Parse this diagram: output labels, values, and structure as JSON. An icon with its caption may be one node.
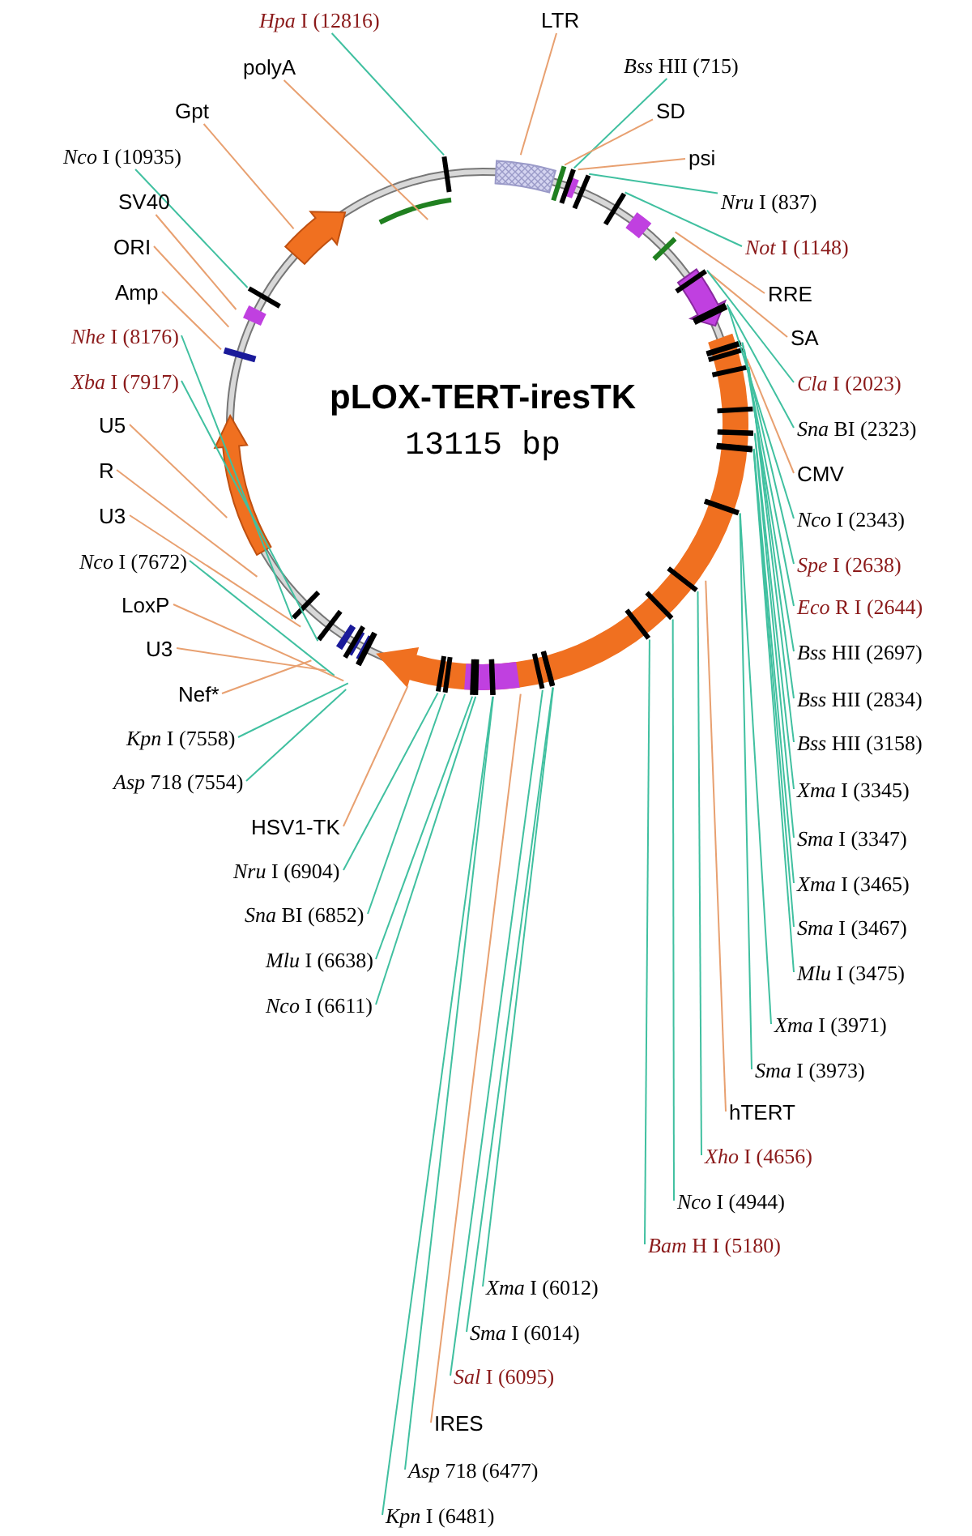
{
  "diagram": {
    "title": "pLOX-TERT-iresTK",
    "nodes": [
      {
        "text": [
          "*Hpa* I (12816)"
        ]
      },
      {
        "text": [
          "LTR"
        ]
      },
      {
        "text": [
          "*Bss* HII (715)"
        ]
      },
      {
        "text": [
          "polyA"
        ]
      },
      {
        "text": [
          "SD"
        ]
      },
      {
        "text": [
          "Gpt"
        ]
      },
      {
        "text": [
          "psi"
        ]
      },
      {
        "text": [
          "*Nco* I (10935)"
        ]
      },
      {
        "text": [
          "*Nru* I (837)"
        ]
      },
      {
        "text": [
          "SV40"
        ]
      },
      {
        "text": [
          "*Not* I (1148)"
        ]
      },
      {
        "text": [
          "ORI"
        ]
      },
      {
        "text": [
          "RRE"
        ]
      },
      {
        "text": [
          "Amp"
        ]
      },
      {
        "text": [
          "*Nhe* I (8176)"
        ]
      },
      {
        "text": [
          "*Xba* I (7917)"
        ]
      },
      {
        "text": [
          "SA"
        ]
      },
      {
        "text": [
          "*Cla* I (2023)"
        ]
      },
      {
        "text": [
          "U5"
        ]
      },
      {
        "text": [
          "*Sna* BI (2323)"
        ]
      },
      {
        "text": [
          "CMV"
        ]
      },
      {
        "text": [
          "R"
        ]
      },
      {
        "text": [
          "*Nco* I (2343)"
        ]
      },
      {
        "text": [
          "U3"
        ]
      },
      {
        "text": [
          "*Nco* I (7672)"
        ]
      },
      {
        "text": [
          "*Spe* I (2638)"
        ]
      },
      {
        "text": [
          "LoxP"
        ]
      },
      {
        "text": [
          "*Eco* R I (2644)"
        ]
      },
      {
        "text": [
          "U3"
        ]
      },
      {
        "text": [
          "*Bss* HII (2697)"
        ]
      },
      {
        "text": [
          "Nef*"
        ]
      },
      {
        "text": [
          "*Bss* HII (2834)"
        ]
      },
      {
        "text": [
          "*Kpn* I (7558)"
        ]
      },
      {
        "text": [
          "*Bss* HII (3158)"
        ]
      },
      {
        "text": [
          "*Asp* 718 (7554)"
        ]
      },
      {
        "text": [
          "HSV1-TK"
        ]
      },
      {
        "text": [
          "*Xma* I (3345)"
        ]
      },
      {
        "text": [
          "*Nru* I (6904)"
        ]
      },
      {
        "text": [
          "*Sma* I (3347)"
        ]
      },
      {
        "text": [
          "*Sna* BI (6852)"
        ]
      },
      {
        "text": [
          "*Xma* I (3465)"
        ]
      },
      {
        "text": [
          "*Mlu* I (6638)"
        ]
      },
      {
        "text": [
          "*Sma* I (3467)"
        ]
      },
      {
        "text": [
          "*Mlu* I (3475)"
        ]
      },
      {
        "text": [
          "*Nco* I (6611)"
        ]
      },
      {
        "text": [
          "*Xma* I (3971)"
        ]
      },
      {
        "text": [
          "*Sma* I (3973)"
        ]
      },
      {
        "text": [
          "hTERT"
        ]
      },
      {
        "text": [
          "*Xho* I (4656)"
        ]
      },
      {
        "text": [
          "*Nco* I (4944)"
        ]
      },
      {
        "text": [
          "*Bam* H I (5180)"
        ]
      },
      {
        "text": [
          "*Xma* I (6012)"
        ]
      },
      {
        "text": [
          "*Sma* I (6014)"
        ]
      },
      {
        "text": [
          "*Sal* I (6095)"
        ]
      },
      {
        "text": [
          "IRES"
        ]
      },
      {
        "text": [
          "*Asp* 718 (6477)"
        ]
      },
      {
        "text": [
          "*Kpn* I (6481)"
        ]
      }
    ],
    "edges": [
      {
        "from": 0,
        "to": null,
        "arrow": "none"
      },
      {
        "from": 1,
        "to": null,
        "arrow": "none",
        "color": "#e8a070"
      },
      {
        "from": 2,
        "to": null,
        "arrow": "none"
      },
      {
        "from": 3,
        "to": null,
        "arrow": "none",
        "color": "#e8a070"
      },
      {
        "from": 4,
        "to": null,
        "arrow": "none",
        "color": "#e8a070"
      },
      {
        "from": 5,
        "to": null,
        "arrow": "none",
        "color": "#e8a070"
      },
      {
        "from": 6,
        "to": null,
        "arrow": "none",
        "color": "#e8a070"
      },
      {
        "from": 7,
        "to": null,
        "arrow": "none"
      },
      {
        "from": 8,
        "to": null,
        "arrow": "none"
      },
      {
        "from": 9,
        "to": null,
        "arrow": "none",
        "color": "#e8a070"
      },
      {
        "from": 10,
        "to": null,
        "arrow": "none"
      },
      {
        "from": 11,
        "to": null,
        "arrow": "none",
        "color": "#e8a070"
      },
      {
        "from": 12,
        "to": null,
        "arrow": "none",
        "color": "#e8a070"
      },
      {
        "from": 13,
        "to": null,
        "arrow": "none",
        "color": "#e8a070"
      },
      {
        "from": 14,
        "to": null,
        "arrow": "none"
      },
      {
        "from": 15,
        "to": null,
        "arrow": "none"
      },
      {
        "from": 16,
        "to": null,
        "arrow": "none",
        "color": "#e8a070"
      },
      {
        "from": 17,
        "to": null,
        "arrow": "none"
      },
      {
        "from": 18,
        "to": null,
        "arrow": "none",
        "color": "#e8a070"
      },
      {
        "from": 19,
        "to": null,
        "arrow": "none"
      },
      {
        "from": 20,
        "to": null,
        "arrow": "none",
        "color": "#e8a070"
      },
      {
        "from": 21,
        "to": null,
        "arrow": "none",
        "color": "#e8a070"
      },
      {
        "from": 22,
        "to": null,
        "arrow": "none"
      },
      {
        "from": 23,
        "to": null,
        "arrow": "none",
        "color": "#e8a070"
      },
      {
        "from": 24,
        "to": null,
        "arrow": "none"
      },
      {
        "from": 25,
        "to": null,
        "arrow": "none"
      },
      {
        "from": 26,
        "to": null,
        "arrow": "none",
        "color": "#e8a070"
      },
      {
        "from": 27,
        "to": null,
        "arrow": "none"
      },
      {
        "from": 28,
        "to": null,
        "arrow": "none",
        "color": "#e8a070"
      },
      {
        "from": 29,
        "to": null,
        "arrow": "none"
      },
      {
        "from": 30,
        "to": null,
        "arrow": "none",
        "color": "#e8a070"
      },
      {
        "from": 31,
        "to": null,
        "arrow": "none"
      },
      {
        "from": 32,
        "to": null,
        "arrow": "none"
      },
      {
        "from": 33,
        "to": null,
        "arrow": "none"
      },
      {
        "from": 34,
        "to": null,
        "arrow": "none"
      },
      {
        "from": 35,
        "to": null,
        "arrow": "none",
        "color": "#e8a070"
      },
      {
        "from": 36,
        "to": null,
        "arrow": "none"
      },
      {
        "from": 37,
        "to": null,
        "arrow": "none"
      },
      {
        "from": 38,
        "to": null,
        "arrow": "none"
      },
      {
        "from": 39,
        "to": null,
        "arrow": "none"
      },
      {
        "from": 40,
        "to": null,
        "arrow": "none"
      },
      {
        "from": 41,
        "to": null,
        "arrow": "none"
      },
      {
        "from": 42,
        "to": null,
        "arrow": "none"
      },
      {
        "from": 43,
        "to": null,
        "arrow": "none"
      },
      {
        "from": 44,
        "to": null,
        "arrow": "none"
      },
      {
        "from": 45,
        "to": null,
        "arrow": "none"
      },
      {
        "from": 46,
        "to": null,
        "arrow": "none"
      },
      {
        "from": 47,
        "to": null,
        "arrow": "none",
        "color": "#e8a070"
      },
      {
        "from": 48,
        "to": null,
        "arrow": "none"
      },
      {
        "from": 49,
        "to": null,
        "arrow": "none"
      },
      {
        "from": 50,
        "to": null,
        "arrow": "none"
      },
      {
        "from": 51,
        "to": null,
        "arrow": "none"
      },
      {
        "from": 52,
        "to": null,
        "arrow": "none"
      },
      {
        "from": 53,
        "to": null,
        "arrow": "none"
      },
      {
        "from": 54,
        "to": null,
        "arrow": "none",
        "color": "#e8a070"
      },
      {
        "from": 55,
        "to": null,
        "arrow": "none"
      },
      {
        "from": 56,
        "to": null,
        "arrow": "none"
      }
    ],
    "labels": [
      "13115 bp"
    ]
  }
}
